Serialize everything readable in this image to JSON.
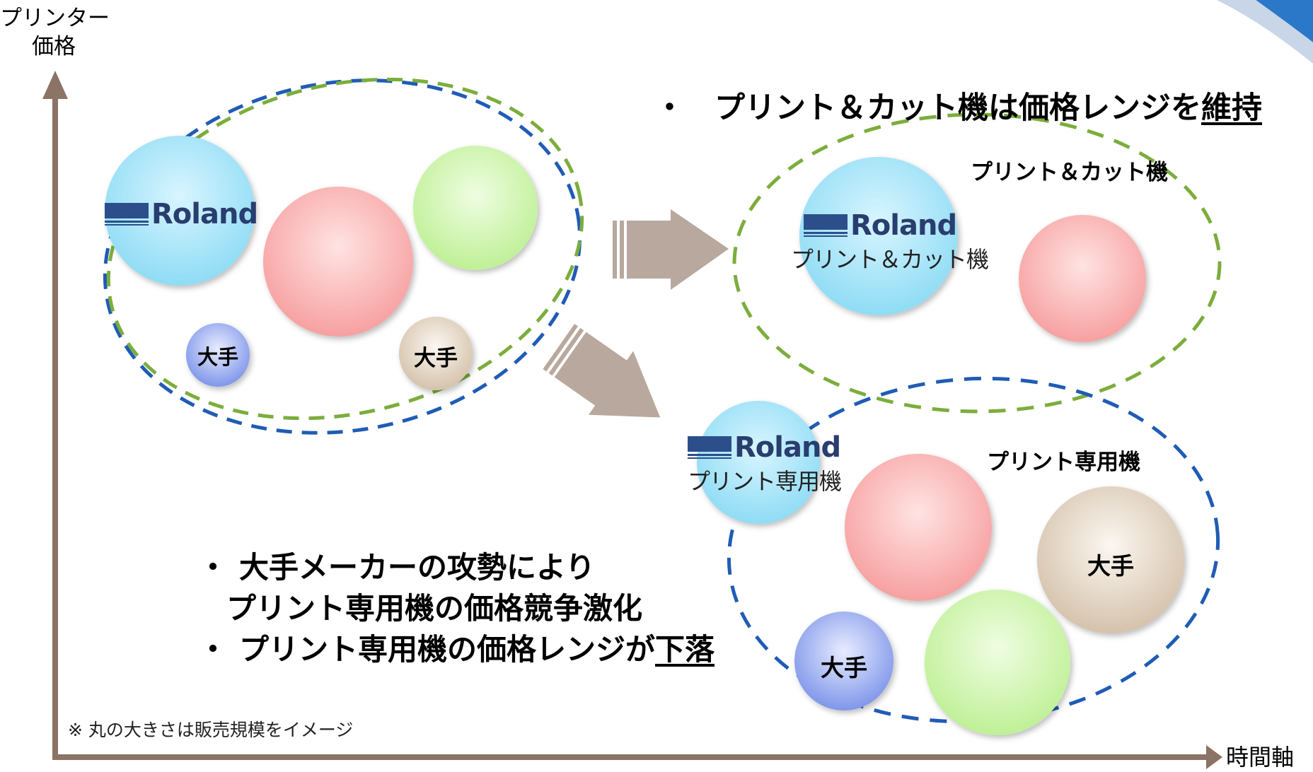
{
  "axes": {
    "y_label": "プリンター\n価格",
    "x_label": "時間軸"
  },
  "top_note": {
    "bullet": "・",
    "text_pre": "プリント＆カット機は価格レンジを",
    "text_em": "維持"
  },
  "group_print_cut": {
    "title": "プリント＆カット機",
    "roland_sub": "プリント＆カット機"
  },
  "group_print_only": {
    "title": "プリント専用機",
    "roland_sub": "プリント専用機"
  },
  "bottom_note": {
    "bullet": "・",
    "line1": "大手メーカーの攻勢により",
    "line2": "プリント専用機の価格競争激化",
    "line3_pre": "プリント専用機の価格レンジが",
    "line3_em": "下落"
  },
  "brand": "Roland",
  "major_label": "大手",
  "footnote": "※ 丸の大きさは販売規模をイメージ",
  "colors": {
    "axis": "#8b7366",
    "arrow": "#b8a89e",
    "green_dash": "#7cad3c",
    "blue_dash": "#1f5cb5",
    "cyan": "#8fdcf5",
    "pink": "#f8a4a4",
    "lime": "#c6f2a0",
    "lavender": "#8ea2ee",
    "beige": "#dccbb6"
  }
}
